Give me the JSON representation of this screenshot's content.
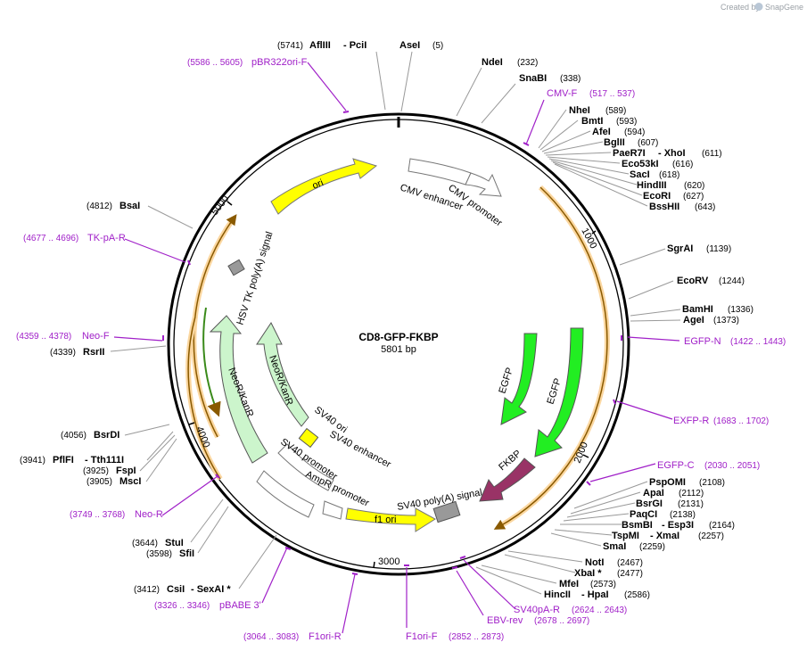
{
  "credit": {
    "prefix": "Created by",
    "brand": "SnapGene"
  },
  "plasmid": {
    "name": "CD8-GFP-FKBP",
    "size_label": "5801 bp"
  },
  "ticks": [
    "1000",
    "2000",
    "3000",
    "4000",
    "5000"
  ],
  "features": {
    "ori": "ori",
    "cmv_enhancer": "CMV enhancer",
    "cmv_promoter": "CMV promoter",
    "hsv_tk": "HSV TK poly(A) signal",
    "neor_outer": "NeoR/KanR",
    "neor_inner": "NeoR/KanR",
    "egfp_inner": "EGFP",
    "egfp_outer": "EGFP",
    "fkbp": "FKBP",
    "sv40_ori": "SV40 ori",
    "sv40_enhancer": "SV40 enhancer",
    "sv40_promoter": "SV40 promoter",
    "ampr_promoter": "AmpR promoter",
    "f1_ori": "f1 ori",
    "sv40_polya": "SV40 poly(A) signal"
  },
  "enzymes": {
    "afliii": {
      "pos": "(5741)",
      "name": "AflIII"
    },
    "pcii": {
      "name": "- PciI"
    },
    "asei": {
      "name": "AseI",
      "pos": "(5)"
    },
    "ndei": {
      "name": "NdeI",
      "pos": "(232)"
    },
    "snabi": {
      "name": "SnaBI",
      "pos": "(338)"
    },
    "nhei": {
      "name": "NheI",
      "pos": "(589)"
    },
    "bmti": {
      "name": "BmtI",
      "pos": "(593)"
    },
    "afei": {
      "name": "AfeI",
      "pos": "(594)"
    },
    "bglii": {
      "name": "BglII",
      "pos": "(607)"
    },
    "paer7i": {
      "name": "PaeR7I",
      "extra": "- XhoI",
      "pos": "(611)"
    },
    "eco53ki": {
      "name": "Eco53kI",
      "pos": "(616)"
    },
    "saci": {
      "name": "SacI",
      "pos": "(618)"
    },
    "hindiii": {
      "name": "HindIII",
      "pos": "(620)"
    },
    "ecori": {
      "name": "EcoRI",
      "pos": "(627)"
    },
    "bsshii": {
      "name": "BssHII",
      "pos": "(643)"
    },
    "sgrai": {
      "name": "SgrAI",
      "pos": "(1139)"
    },
    "ecorv": {
      "name": "EcoRV",
      "pos": "(1244)"
    },
    "bamhi": {
      "name": "BamHI",
      "pos": "(1336)"
    },
    "agei": {
      "name": "AgeI",
      "pos": "(1373)"
    },
    "pspomi": {
      "name": "PspOMI",
      "pos": "(2108)"
    },
    "apai": {
      "name": "ApaI",
      "pos": "(2112)"
    },
    "bsrgi": {
      "name": "BsrGI",
      "pos": "(2131)"
    },
    "paqci": {
      "name": "PaqCI",
      "pos": "(2138)"
    },
    "bsmbi": {
      "name": "BsmBI",
      "extra": "- Esp3I",
      "pos": "(2164)"
    },
    "tspmi": {
      "name": "TspMI",
      "extra": "- XmaI",
      "pos": "(2257)"
    },
    "smai": {
      "name": "SmaI",
      "pos": "(2259)"
    },
    "noti": {
      "name": "NotI",
      "pos": "(2467)"
    },
    "xbai": {
      "name": "XbaI *",
      "pos": "(2477)"
    },
    "mfei": {
      "name": "MfeI",
      "pos": "(2573)"
    },
    "hincii": {
      "name": "HincII",
      "extra": "- HpaI",
      "pos": "(2586)"
    },
    "bsai": {
      "pos": "(4812)",
      "name": "BsaI"
    },
    "rsrii": {
      "pos": "(4339)",
      "name": "RsrII"
    },
    "bsrdi": {
      "pos": "(4056)",
      "name": "BsrDI"
    },
    "pflfi": {
      "pos": "(3941)",
      "name": "PflFI",
      "extra": "- Tth111I"
    },
    "fspi": {
      "pos": "(3925)",
      "name": "FspI"
    },
    "msci": {
      "pos": "(3905)",
      "name": "MscI"
    },
    "stui": {
      "pos": "(3644)",
      "name": "StuI"
    },
    "sfii": {
      "pos": "(3598)",
      "name": "SfiI"
    },
    "csii": {
      "pos": "(3412)",
      "name": "CsiI",
      "extra": "- SexAI *"
    }
  },
  "primers": {
    "pbr322": {
      "range": "(5586 .. 5605)",
      "name": "pBR322ori-F"
    },
    "cmvf": {
      "name": "CMV-F",
      "range": "(517 .. 537)"
    },
    "tkpa": {
      "range": "(4677 .. 4696)",
      "name": "TK-pA-R"
    },
    "neof": {
      "range": "(4359 .. 4378)",
      "name": "Neo-F"
    },
    "egfpn": {
      "name": "EGFP-N",
      "range": "(1422 .. 1443)"
    },
    "exfp": {
      "name": "EXFP-R",
      "range": "(1683 .. 1702)"
    },
    "egfpc": {
      "name": "EGFP-C",
      "range": "(2030 .. 2051)"
    },
    "neor": {
      "range": "(3749 .. 3768)",
      "name": "Neo-R"
    },
    "pbabe": {
      "range": "(3326 .. 3346)",
      "name": "pBABE 3'"
    },
    "f1r": {
      "range": "(3064 .. 3083)",
      "name": "F1ori-R"
    },
    "f1f": {
      "name": "F1ori-F",
      "range": "(2852 .. 2873)"
    },
    "ebv": {
      "name": "EBV-rev",
      "range": "(2678 .. 2697)"
    },
    "sv40pa": {
      "name": "SV40pA-R",
      "range": "(2624 .. 2643)"
    }
  },
  "colors": {
    "ori": "#ffff00",
    "egfp": "#22ee22",
    "fkbp": "#993366",
    "neo": "#ccf5cc",
    "polya": "#999999",
    "primer": "#a020c8",
    "orange": "#f5a623"
  }
}
